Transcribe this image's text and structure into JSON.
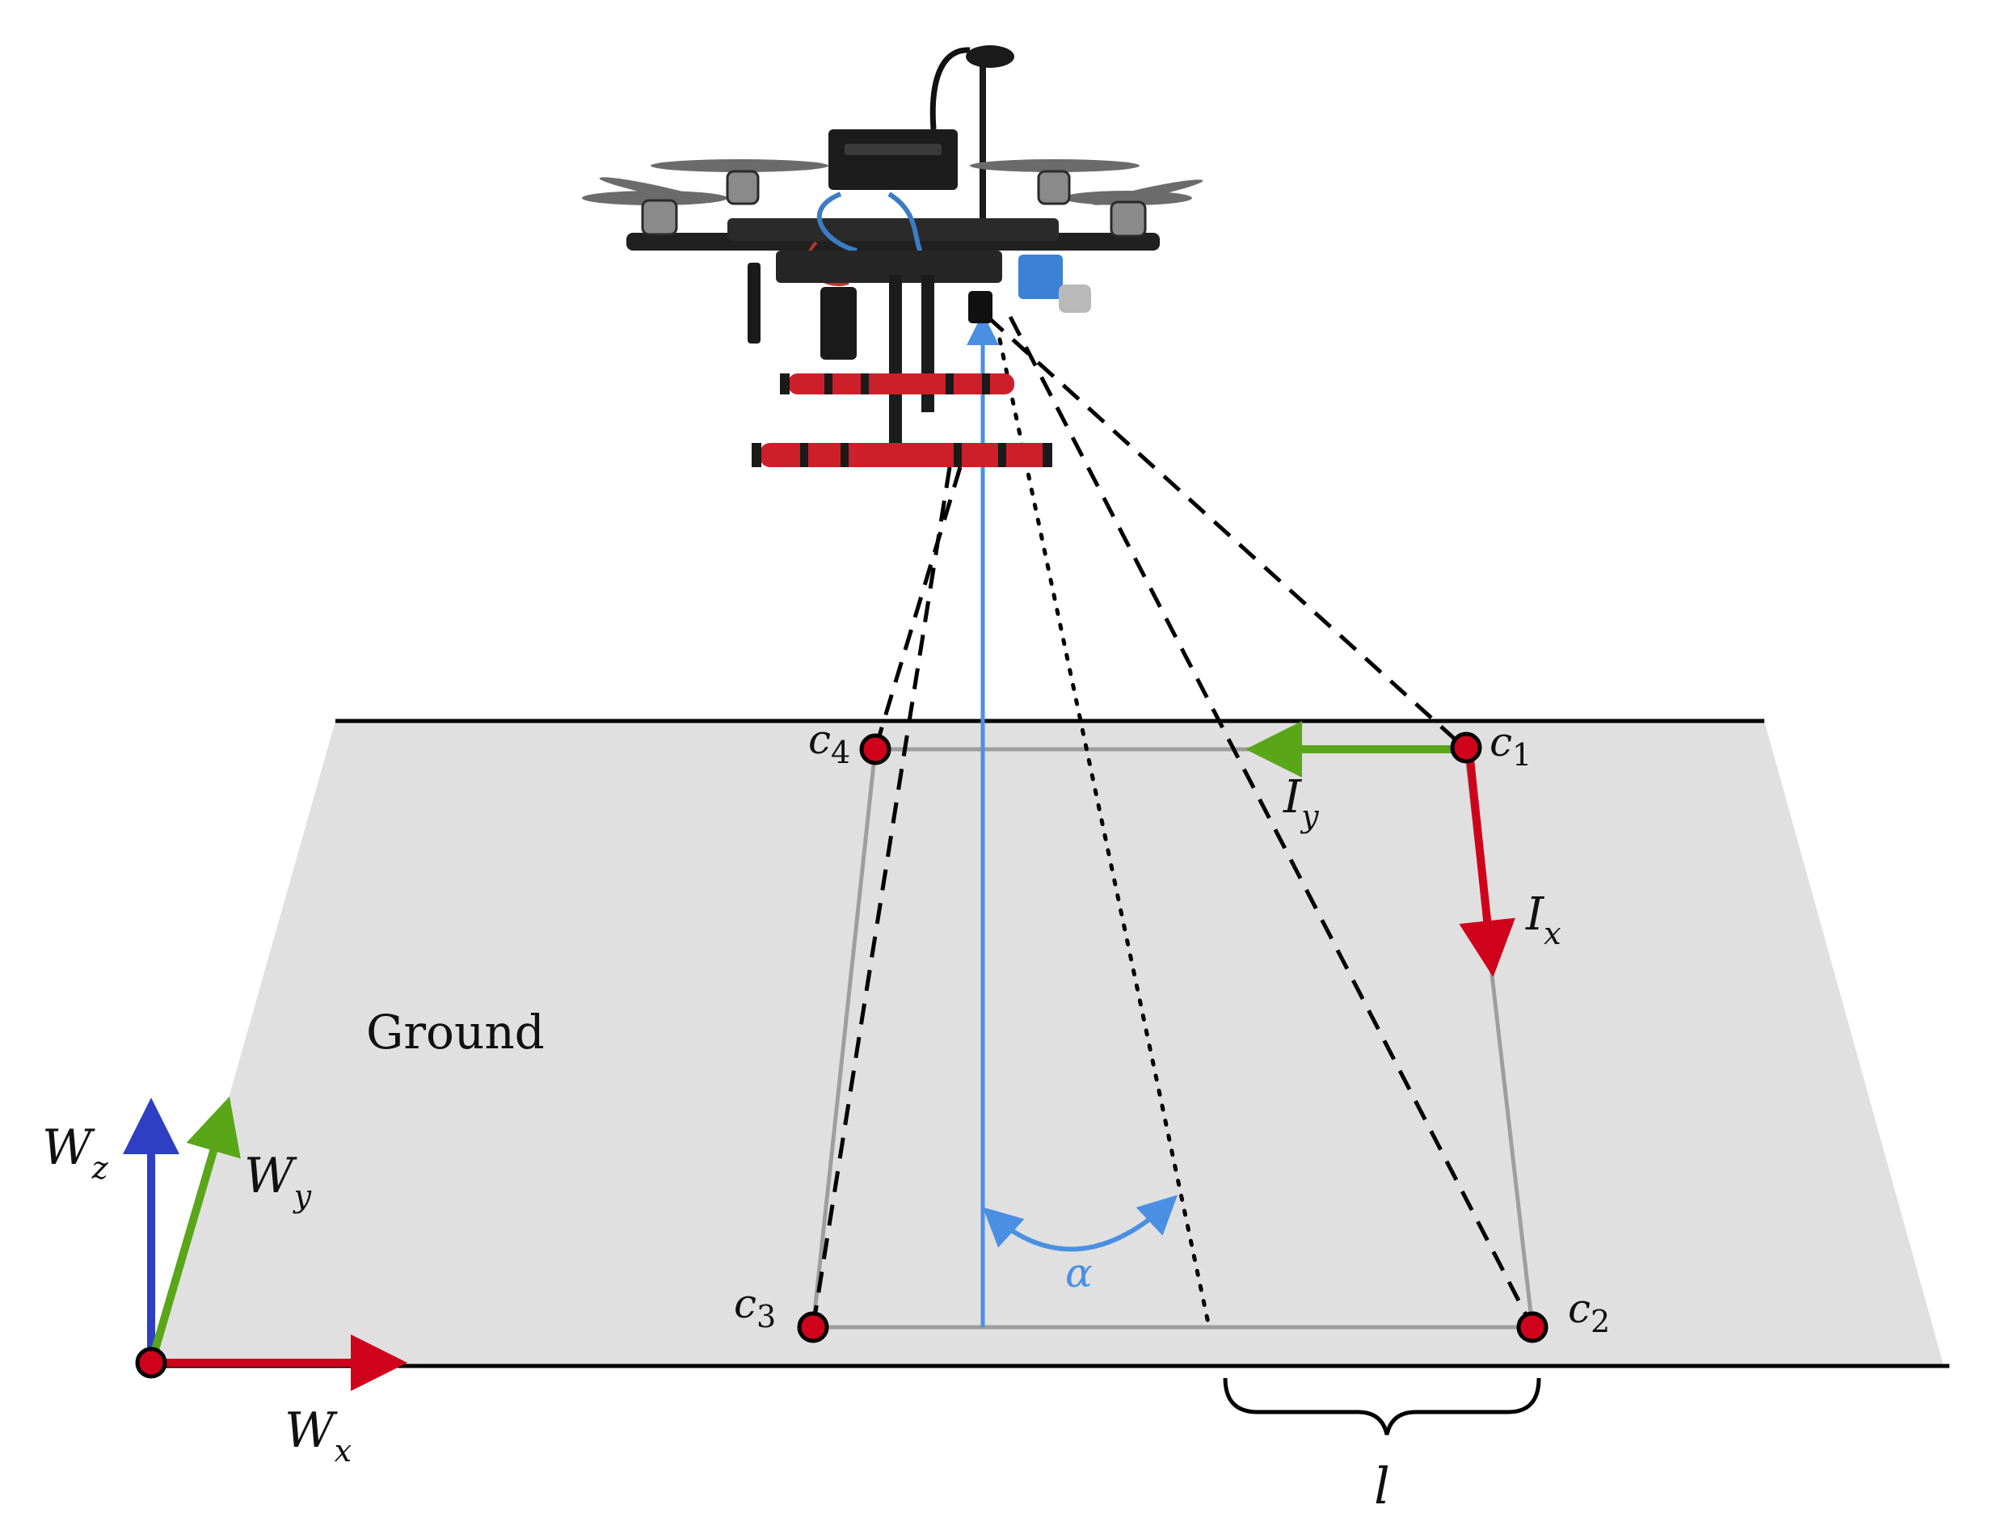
{
  "ground_label": "Ground",
  "corners": {
    "c1": {
      "base": "c",
      "sub": "1"
    },
    "c2": {
      "base": "c",
      "sub": "2"
    },
    "c3": {
      "base": "c",
      "sub": "3"
    },
    "c4": {
      "base": "c",
      "sub": "4"
    }
  },
  "image_axes": {
    "x": {
      "base": "I",
      "sub": "x"
    },
    "y": {
      "base": "I",
      "sub": "y"
    }
  },
  "world_axes": {
    "x": {
      "base": "W",
      "sub": "x"
    },
    "y": {
      "base": "W",
      "sub": "y"
    },
    "z": {
      "base": "W",
      "sub": "z"
    }
  },
  "angle_label": "α",
  "length_label": "l",
  "colors": {
    "ground_fill": "#e0e0e0",
    "edge": "#000000",
    "footprint": "#9e9e9e",
    "point_fill": "#d0021b",
    "axis_red": "#d0021b",
    "axis_green": "#5aa619",
    "axis_blue": "#2f3fc4",
    "optical_axis": "#4a90e2"
  },
  "icons": {
    "drone": "hexacopter-drone-icon"
  }
}
